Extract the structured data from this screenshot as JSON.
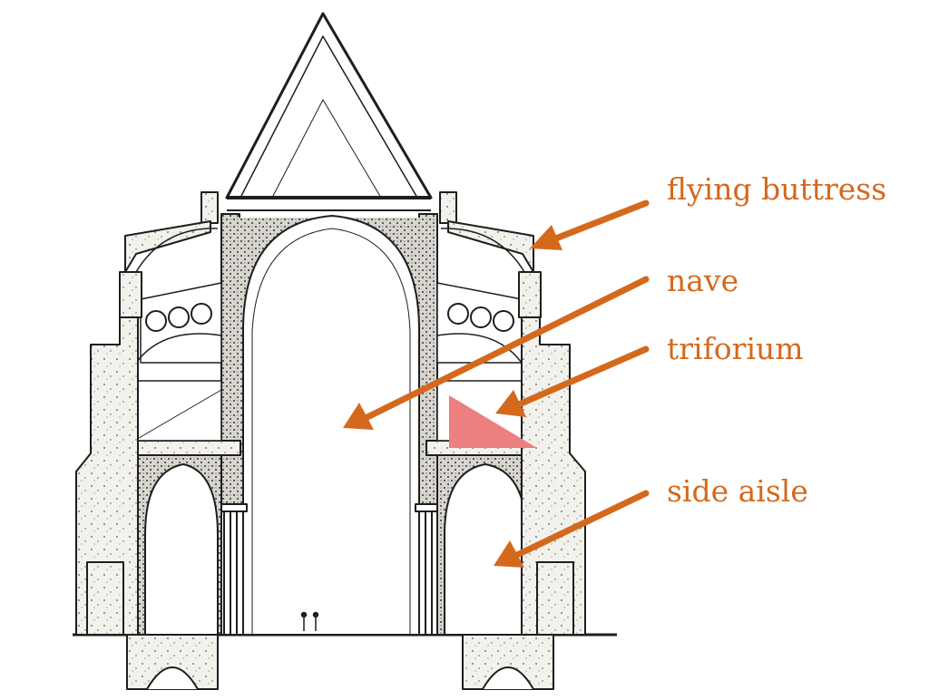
{
  "labels": {
    "flying_buttress": "flying buttress",
    "nave": "nave",
    "triforium": "triforium",
    "side_aisle": "side aisle"
  },
  "colors": {
    "accent": "#d4691e",
    "highlight": "#ec7f7f",
    "ink": "#1e1e1e",
    "paper": "#ffffff",
    "masonry": "#f3f1ec"
  }
}
